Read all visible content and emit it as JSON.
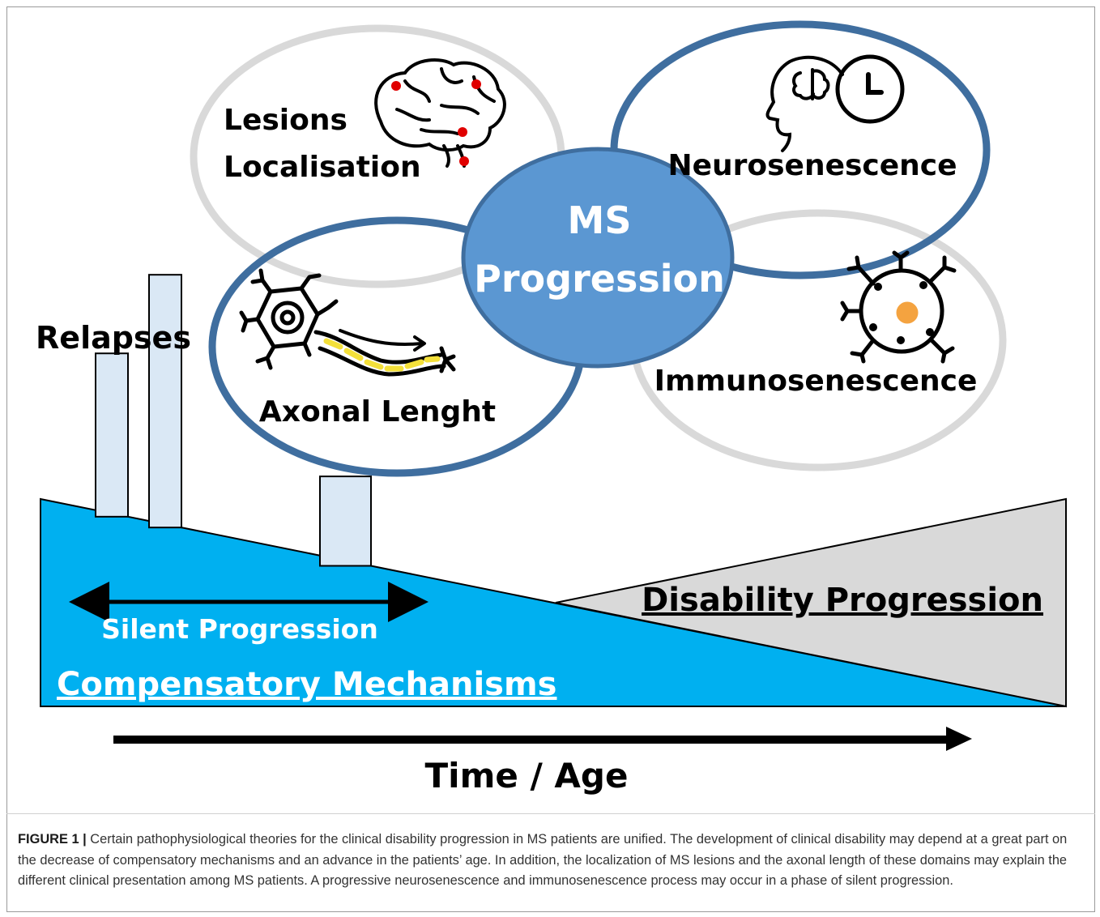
{
  "diagram": {
    "center": {
      "line1": "MS",
      "line2": "Progression"
    },
    "factors": {
      "lesions": {
        "line1": "Lesions",
        "line2": "Localisation",
        "icon": "brain-icon"
      },
      "neurosenescence": {
        "label": "Neurosenescence",
        "icon": "head-clock-icon"
      },
      "axonal": {
        "label": "Axonal Lenght",
        "icon": "neuron-axon-icon"
      },
      "immunosenescence": {
        "label": "Immunosenescence",
        "icon": "immune-cell-icon"
      }
    },
    "relapses_label": "Relapses",
    "relapse_bars": [
      {
        "name": "relapse-bar-1",
        "value": 0.42
      },
      {
        "name": "relapse-bar-2",
        "value": 0.65
      },
      {
        "name": "relapse-bar-3",
        "value": 0.23
      }
    ],
    "silent_progression": "Silent Progression",
    "compensatory_mechanisms": "Compensatory Mechanisms",
    "disability_progression": "Disability Progression",
    "time_axis": "Time / Age",
    "colors": {
      "blue_dark": "#3f6e9f",
      "blue_center": "#5b97d2",
      "cyan_fill": "#00b0f0",
      "grey_ring": "#d9d9d9",
      "grey_fill": "#d9d9d9",
      "bar_fill": "#dae8f5",
      "lesion_red": "#e00000",
      "axon_yellow": "#f4e03a",
      "immune_orange": "#f4a340"
    }
  },
  "caption": {
    "label": "FIGURE 1 |",
    "text": "Certain pathophysiological theories for the clinical disability progression in MS patients are unified. The development of clinical disability may depend at a great part on the decrease of compensatory mechanisms and an advance in the patients’ age. In addition, the localization of MS lesions and the axonal length of these domains may explain the different clinical presentation among MS patients. A progressive neurosenescence and immunosenescence process may occur in a phase of silent progression."
  }
}
